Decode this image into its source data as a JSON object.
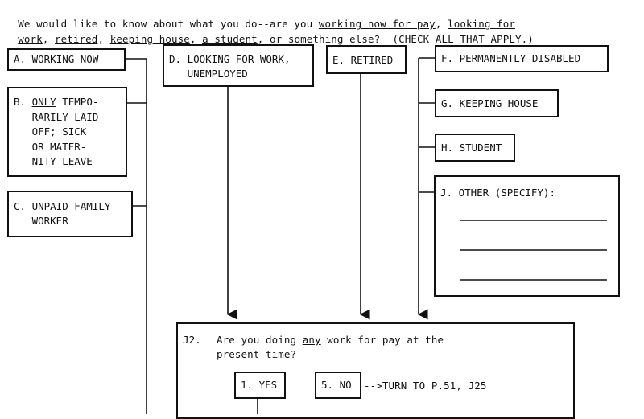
{
  "question": {
    "line1_pre": "We would like to know about what you do--are you ",
    "line1_u1": "working now for pay",
    "line1_mid": ", ",
    "line1_u2": "looking for",
    "line2_u1": "work",
    "line2_s1": ", ",
    "line2_u2": "retired",
    "line2_s2": ", ",
    "line2_u3": "keeping house",
    "line2_s3": ", ",
    "line2_u4": "a student",
    "line2_s4": ", or something else?  (CHECK ALL THAT APPLY.)"
  },
  "options": {
    "a": "A. WORKING NOW",
    "b_prefix": "B. ",
    "b_only": "ONLY",
    "b_rest": " TEMPO-\n   RARILY LAID\n   OFF; SICK\n   OR MATER-\n   NITY LEAVE",
    "c": "C. UNPAID FAMILY\n   WORKER",
    "d": "D. LOOKING FOR WORK,\n   UNEMPLOYED",
    "e": "E. RETIRED",
    "f": "F. PERMANENTLY DISABLED",
    "g": "G. KEEPING HOUSE",
    "h": "H. STUDENT",
    "j": "J. OTHER (SPECIFY):"
  },
  "j2": {
    "label": "J2.",
    "line1_pre": "Are you doing ",
    "line1_u": "any",
    "line1_post": " work for pay at the",
    "line2": "present time?",
    "yes": "1. YES",
    "no": "5. NO",
    "skip": "-->TURN TO P.51, J25"
  }
}
